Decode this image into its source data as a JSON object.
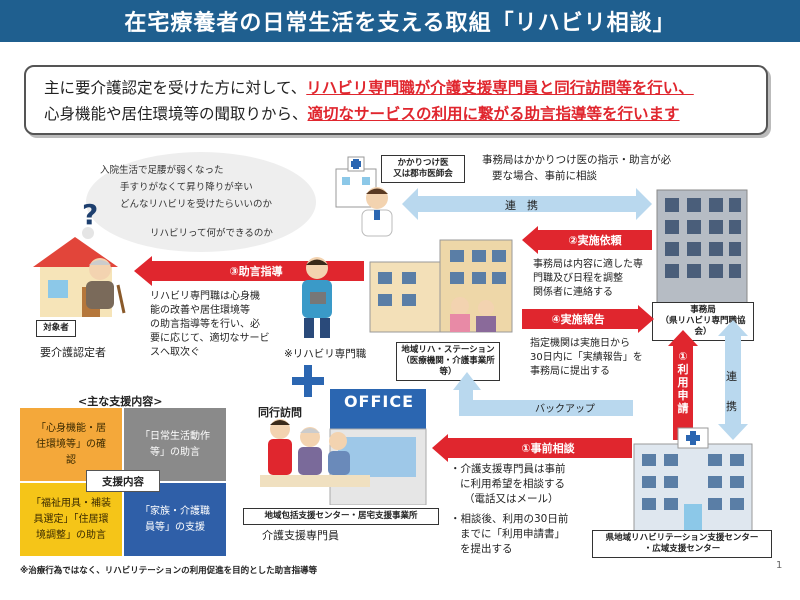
{
  "header": {
    "title": "在宅療養者の日常生活を支える取組「リハビリ相談」"
  },
  "summary": {
    "line1_a": "主に要介護認定を受けた方に対して、",
    "line1_b": "リハビリ専門職が介護支援専門員と同行訪問等を行い、",
    "line2_a": "心身機能や居住環境等の聞取りから、",
    "line2_b": "適切なサービスの利用に繋がる助言指導等を行います"
  },
  "bubble": {
    "line1": "入院生活で足腰が弱くなった",
    "line2": "手すりがなくて昇り降りが辛い",
    "line3": "どんなリハビリを受けたらいいのか",
    "line4": "リハビリって何ができるのか"
  },
  "subject": {
    "label": "対象者",
    "caption": "要介護認定者"
  },
  "doctor": {
    "box_line1": "かかりつけ医",
    "box_line2": "又は郡市医師会",
    "note_line1": "事務局はかかりつけ医の指示・助言が必",
    "note_line2": "要な場合、事前に相談"
  },
  "renkei_h": "連　携",
  "renkei_v": [
    "連",
    "携"
  ],
  "station": {
    "line1": "地域リハ・ステーション",
    "line2": "（医療機関・介護事業所等）"
  },
  "office": {
    "line1": "事務局",
    "line2": "（県リハビリ専門職協会）"
  },
  "arrows": {
    "advice": "③助言指導",
    "request": "②実施依頼",
    "report": "④実施報告",
    "pre_consult": "①事前相談",
    "use_apply": [
      "①",
      "利",
      "用",
      "申",
      "請"
    ],
    "backup": "バックアップ"
  },
  "therapist": {
    "desc": [
      "リハビリ専門職は心身機",
      "能の改善や居住環境等",
      "の助言指導等を行い、必",
      "要に応じて、適切なサービ",
      "スへ取次ぐ"
    ],
    "caption": "※リハビリ専門職"
  },
  "office_notes": {
    "request": [
      "事務局は内容に適した専",
      "門職及び日程を調整",
      "関係者に連絡する"
    ],
    "report": [
      "指定機関は実施日から",
      "30日内に「実績報告」を",
      "事務局に提出する"
    ]
  },
  "support": {
    "title": "<主な支援内容>",
    "center": "支援内容",
    "cell1": [
      "「心身機能・居",
      "住環境等」の確",
      "認"
    ],
    "cell2": [
      "「日常生活動作",
      "等」の助言"
    ],
    "cell3": [
      "「福祉用具・補装",
      "具選定」「住居環",
      "境調整」の助言"
    ],
    "cell4": [
      "「家族・介護職",
      "員等」の支援"
    ],
    "colors": {
      "c1": "#f4a83a",
      "c2": "#8a8a8a",
      "c3": "#f5c518",
      "c4": "#2f5fa8"
    }
  },
  "visit": {
    "label": "同行訪問",
    "office_sign": "OFFICE",
    "box": "地域包括支援センター・居宅支援事業所",
    "caption": "介護支援専門員"
  },
  "pre_notes": {
    "n1": [
      "・介護支援専門員は事前",
      "に利用希望を相談する",
      "（電話又はメール）"
    ],
    "n2": [
      "・相談後、利用の30日前",
      "までに「利用申請書」",
      "を提出する"
    ]
  },
  "center": {
    "line1": "県地域リハビリテーション支援センター",
    "line2": "・広域支援センター"
  },
  "footnote": "※治療行為ではなく、リハビリテーションの利用促進を目的とした助言指導等",
  "page_number": "1"
}
